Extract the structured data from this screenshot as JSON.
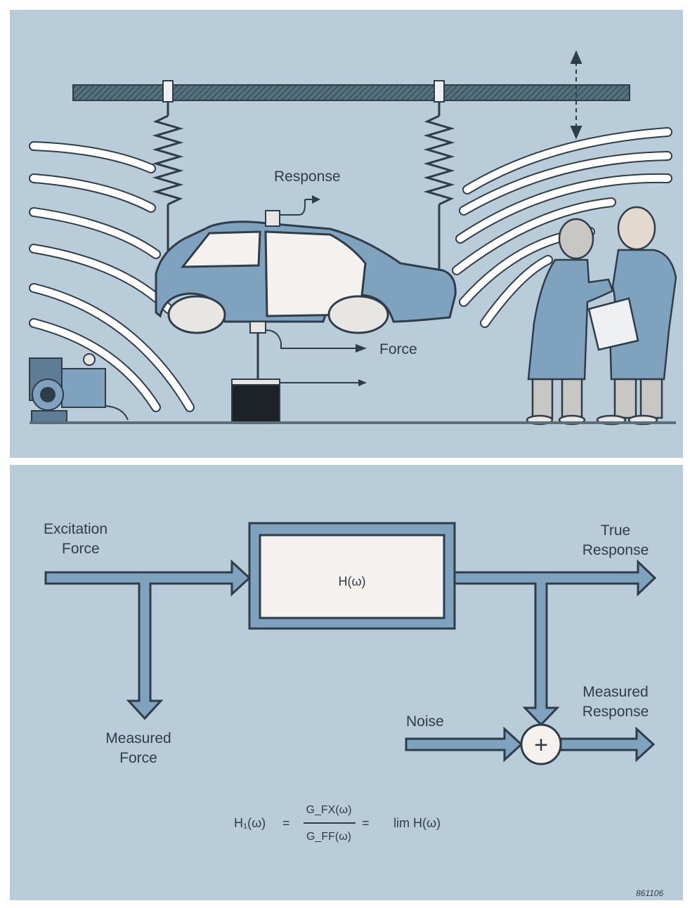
{
  "illustration": {
    "response_label": "Response",
    "force_label": "Force"
  },
  "block_diagram": {
    "input_label_line1": "Excitation",
    "input_label_line2": "Force",
    "system_label": "H(ω)",
    "output_label_line1": "True",
    "output_label_line2": "Response",
    "measured_force_line1": "Measured",
    "measured_force_line2": "Force",
    "noise_label": "Noise",
    "measured_response_line1": "Measured",
    "measured_response_line2": "Response",
    "summing_symbol": "+"
  },
  "equation": {
    "lhs": "H₁(ω)",
    "equals1": "=",
    "numerator": "G_FX(ω)",
    "denominator": "G_FF(ω)",
    "equals2": "=",
    "rhs": "lim  H(ω)"
  },
  "figure_number": "861106",
  "colors": {
    "background": "#b9ccd9",
    "line": "#2f3d48",
    "fill_blue": "#7fa3bf",
    "box_fill": "#f4f1ee",
    "floor": "#5e6f7c"
  }
}
